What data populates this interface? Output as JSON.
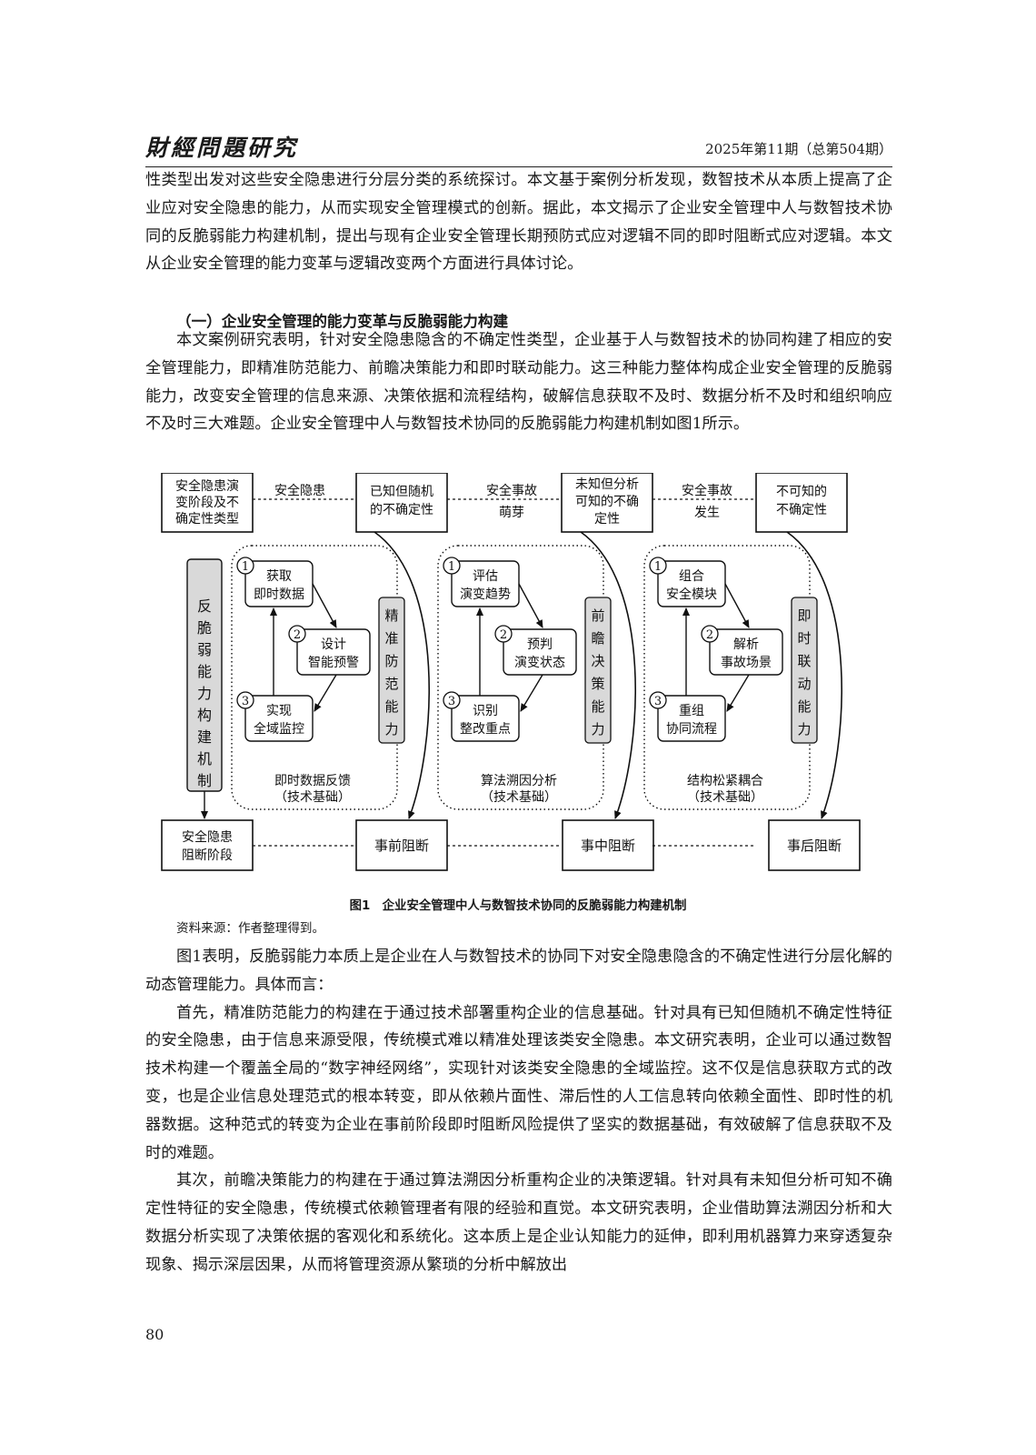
{
  "header": {
    "journal": "財經問題研究",
    "issue": "2025年第11期（总第504期）"
  },
  "para_top": "性类型出发对这些安全隐患进行分层分类的系统探讨。本文基于案例分析发现，数智技术从本质上提高了企业应对安全隐患的能力，从而实现安全管理模式的创新。据此，本文揭示了企业安全管理中人与数智技术协同的反脆弱能力构建机制，提出与现有企业安全管理长期预防式应对逻辑不同的即时阻断式应对逻辑。本文从企业安全管理的能力变革与逻辑改变两个方面进行具体讨论。",
  "section_title": "（一）企业安全管理的能力变革与反脆弱能力构建",
  "para_section": "本文案例研究表明，针对安全隐患隐含的不确定性类型，企业基于人与数智技术的协同构建了相应的安全管理能力，即精准防范能力、前瞻决策能力和即时联动能力。这三种能力整体构成企业安全管理的反脆弱能力，改变安全管理的信息来源、决策依据和流程结构，破解信息获取不及时、数据分析不及时和组织响应不及时三大难题。企业安全管理中人与数智技术协同的反脆弱能力构建机制如图1所示。",
  "figure": {
    "top_left": [
      "安全隐患演",
      "变阶段及不",
      "确定性类型"
    ],
    "link1": "安全隐患",
    "top2": [
      "已知但随机",
      "的不确定性"
    ],
    "link2": [
      "安全事故",
      "萌芽"
    ],
    "top3": [
      "未知但分析",
      "可知的不确",
      "定性"
    ],
    "link3": [
      "安全事故",
      "发生"
    ],
    "top4": [
      "不可知的",
      "不确定性"
    ],
    "vertical": "反脆弱能力构建机制",
    "groups": [
      {
        "steps": [
          [
            "获取",
            "即时数据"
          ],
          [
            "设计",
            "智能预警"
          ],
          [
            "实现",
            "全域监控"
          ]
        ],
        "capability": "精准防范能力",
        "basis": [
          "即时数据反馈",
          "（技术基础）"
        ],
        "block": "事前阻断"
      },
      {
        "steps": [
          [
            "评估",
            "演变趋势"
          ],
          [
            "预判",
            "演变状态"
          ],
          [
            "识别",
            "整改重点"
          ]
        ],
        "capability": "前瞻决策能力",
        "basis": [
          "算法溯因分析",
          "（技术基础）"
        ],
        "block": "事中阻断"
      },
      {
        "steps": [
          [
            "组合",
            "安全模块"
          ],
          [
            "解析",
            "事故场景"
          ],
          [
            "重组",
            "协同流程"
          ]
        ],
        "capability": "即时联动能力",
        "basis": [
          "结构松紧耦合",
          "（技术基础）"
        ],
        "block": "事后阻断"
      }
    ],
    "bottom_left": [
      "安全隐患",
      "阻断阶段"
    ],
    "numbers": [
      "1",
      "2",
      "3"
    ]
  },
  "caption": "图1　企业安全管理中人与数智技术协同的反脆弱能力构建机制",
  "source": "资料来源：作者整理得到。",
  "para_after1": "图1表明，反脆弱能力本质上是企业在人与数智技术的协同下对安全隐患隐含的不确定性进行分层化解的动态管理能力。具体而言：",
  "para_after2": "首先，精准防范能力的构建在于通过技术部署重构企业的信息基础。针对具有已知但随机不确定性特征的安全隐患，由于信息来源受限，传统模式难以精准处理该类安全隐患。本文研究表明，企业可以通过数智技术构建一个覆盖全局的“数字神经网络”，实现针对该类安全隐患的全域监控。这不仅是信息获取方式的改变，也是企业信息处理范式的根本转变，即从依赖片面性、滞后性的人工信息转向依赖全面性、即时性的机器数据。这种范式的转变为企业在事前阶段即时阻断风险提供了坚实的数据基础，有效破解了信息获取不及时的难题。",
  "para_after3": "其次，前瞻决策能力的构建在于通过算法溯因分析重构企业的决策逻辑。针对具有未知但分析可知不确定性特征的安全隐患，传统模式依赖管理者有限的经验和直觉。本文研究表明，企业借助算法溯因分析和大数据分析实现了决策依据的客观化和系统化。这本质上是企业认知能力的延伸，即利用机器算力来穿透复杂现象、揭示深层因果，从而将管理资源从繁琐的分析中解放出",
  "page_number": "80"
}
